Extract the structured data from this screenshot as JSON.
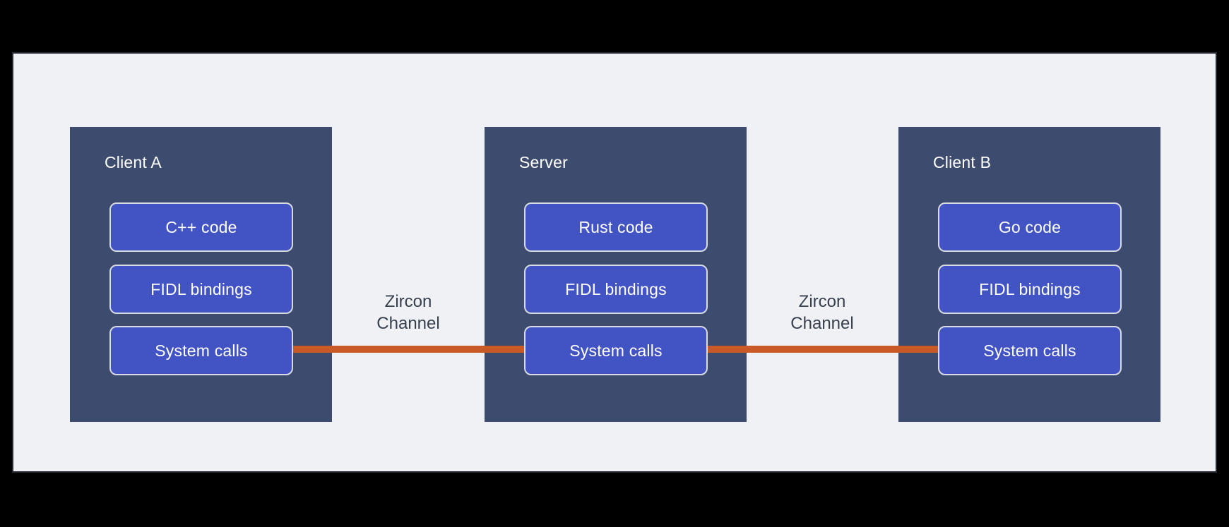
{
  "page": {
    "background_color": "#000000"
  },
  "frame": {
    "background_color": "#f0f1f4",
    "border_color": "#252a35"
  },
  "colors": {
    "panel_background": "#3d4c6e",
    "box_background": "#4254c4",
    "box_border": "#d7dbe3",
    "box_text": "#ffffff",
    "panel_title_text": "#ffffff",
    "channel_line": "#c95a28",
    "channel_label_text": "#37404e"
  },
  "diagram": {
    "panels": [
      {
        "title": "Client A",
        "boxes": [
          "C++ code",
          "FIDL bindings",
          "System calls"
        ]
      },
      {
        "title": "Server",
        "boxes": [
          "Rust code",
          "FIDL bindings",
          "System calls"
        ]
      },
      {
        "title": "Client B",
        "boxes": [
          "Go code",
          "FIDL bindings",
          "System calls"
        ]
      }
    ],
    "connections": [
      {
        "label": [
          "Zircon",
          "Channel"
        ]
      },
      {
        "label": [
          "Zircon",
          "Channel"
        ]
      }
    ]
  }
}
